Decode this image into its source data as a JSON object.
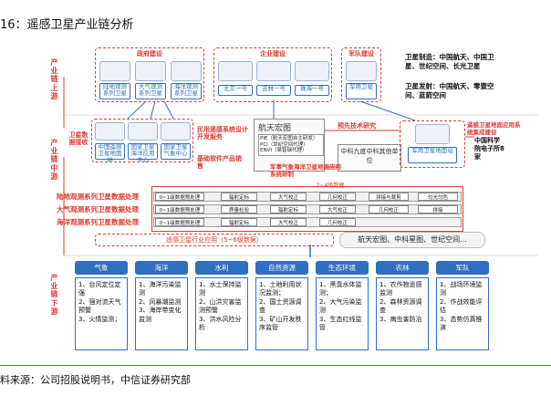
{
  "title": "16：遥感卫星产业链分析",
  "stages": {
    "upstream": "产业链上游",
    "midstream": "产业链中游",
    "downstream": "产业链下游"
  },
  "upstream": {
    "groups": [
      {
        "title": "政府建设",
        "items": [
          "陆地观测系列卫星",
          "大气观测系列卫星",
          "海洋观测系列卫星"
        ]
      },
      {
        "title": "企业建设",
        "items": [
          "北京一号",
          "吉林一号",
          "珠海一号"
        ]
      },
      {
        "title": "军队建设",
        "items": [
          "军用卫星"
        ]
      }
    ],
    "manufacturing": "卫星制造：中国航天、中国卫星、世纪空间、长光卫星",
    "launch": "卫星发射：中国航天、零壹空间、蓝箭空间"
  },
  "midstream": {
    "receiving_label": "卫星数据接收",
    "stations": [
      "中国遥感卫星地面站",
      "国家卫星海洋应用中心",
      "国家卫星气象中心"
    ],
    "civil_label": "民用遥感系统设计开发服务",
    "software_label": "基础软件产品销售",
    "aerospace_title": "航天宏图",
    "aerospace_items": [
      "PIE（航天宏图自主研发）",
      "PCI（世纪空间代理）",
      "ENVI（易智瑞代理）"
    ],
    "advance_research": "预先技术研究",
    "military_platform": "军事气象海洋卫星地面应用系统研制",
    "zhongke": "中科九度中科其他单位",
    "military_ground_station": "军用卫星地面站",
    "remote_ground_app": "遥感卫星地面应用系统集成建设",
    "cast": "中国科学院电子所8家",
    "processing_rows": [
      "陆地观测系列卫星数据处理",
      "大气观测系列卫星数据处理",
      "海洋观测系列卫星数据处理"
    ],
    "process_levels": "2~4级数据",
    "steps": {
      "row0": [
        "0~1级数据预处理",
        "辐射定标",
        "大气校正",
        "几何校正",
        "拼接与裁剪",
        "匀光匀色"
      ],
      "row1": [
        "0~1级数据预处理",
        "质量检验",
        "辐射定标",
        "大气校正",
        "几何校正",
        "拼接"
      ],
      "row2": [
        "0~1级数据预处理",
        "辐射定标",
        "大气校正",
        "几何校正"
      ]
    },
    "service_bar": "遥感卫星行业应用（5~6级数据）",
    "service_companies": "航天宏图、中科星图、世纪空间..."
  },
  "downstream": [
    {
      "name": "气象",
      "items": [
        "1、台风定位定强",
        "2、强对流天气预警",
        "3、火情监测；"
      ]
    },
    {
      "name": "海洋",
      "items": [
        "1、海洋污染监测",
        "2、风暴潮监测",
        "3、海岸带变化监测"
      ]
    },
    {
      "name": "水利",
      "items": [
        "1、水土保持监测",
        "2、山洪灾害监测预警",
        "3、洪水风险分析"
      ]
    },
    {
      "name": "自然资源",
      "items": [
        "1、土地利用状况监测；",
        "2、国土资源调查",
        "3、矿山开发秩序监管"
      ]
    },
    {
      "name": "生态环境",
      "items": [
        "1、黑臭水体监测；",
        "2、大气污染监测",
        "3、生态红线监管"
      ]
    },
    {
      "name": "农林",
      "items": [
        "1、农作物遥感监测",
        "2、森林资源调查",
        "3、病虫害防治"
      ]
    },
    {
      "name": "军队",
      "items": [
        "1、战场环境监测",
        "2、作战效能评估",
        "3、态势仿真推演"
      ]
    }
  ],
  "source": "料来源：公司招股说明书，中信证券研究部",
  "colors": {
    "blue": "#2f6fbf",
    "red": "#e03a2f"
  }
}
